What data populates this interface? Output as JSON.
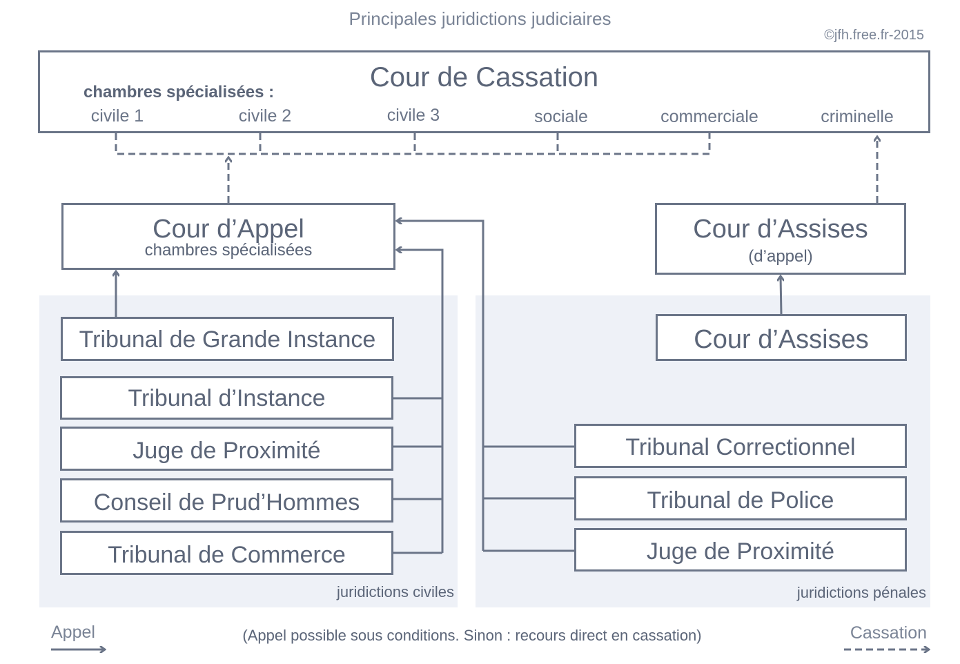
{
  "header": {
    "title": "Principales juridictions judiciaires",
    "copyright": "©jfh.free.fr-2015"
  },
  "cassation": {
    "title": "Cour de Cassation",
    "chambers_label": "chambres spécialisées :",
    "chambers": [
      "civile 1",
      "civile 2",
      "civile 3",
      "sociale",
      "commerciale",
      "criminelle"
    ]
  },
  "appel": {
    "title": "Cour d’Appel",
    "subtitle": "chambres spécialisées"
  },
  "assises_appel": {
    "title": "Cour d’Assises",
    "subtitle": "(d’appel)"
  },
  "civil": {
    "region_label": "juridictions civiles",
    "courts": [
      "Tribunal de Grande Instance",
      "Tribunal d’Instance",
      "Juge de Proximité",
      "Conseil de Prud’Hommes",
      "Tribunal de Commerce"
    ]
  },
  "penal": {
    "region_label": "juridictions pénales",
    "assises": "Cour d’Assises",
    "courts": [
      "Tribunal Correctionnel",
      "Tribunal de Police",
      "Juge de Proximité"
    ]
  },
  "legend": {
    "appel": "Appel",
    "note": "(Appel possible sous conditions. Sinon : recours direct en cassation)",
    "cassation": "Cassation"
  },
  "colors": {
    "line": "#6b7588",
    "text": "#5b6578",
    "region": "#eef1f7"
  }
}
